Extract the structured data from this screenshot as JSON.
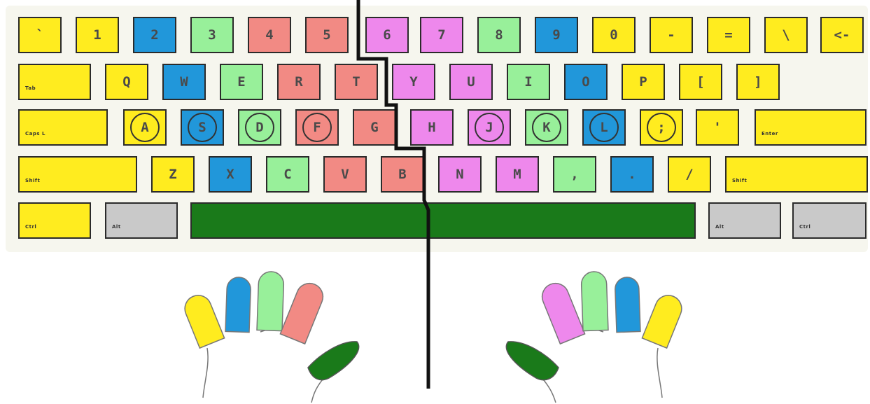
{
  "colors": {
    "yellow": "#ffec1f",
    "blue": "#2197da",
    "green": "#98f09a",
    "red": "#f28a84",
    "pink": "#ee88ec",
    "gray": "#c9c9c9",
    "thumb": "#1a7a1a",
    "line": "#111111"
  },
  "keyboard": {
    "rows": [
      [
        {
          "label": "`",
          "color": "yellow"
        },
        {
          "label": "1",
          "color": "yellow"
        },
        {
          "label": "2",
          "color": "blue"
        },
        {
          "label": "3",
          "color": "green"
        },
        {
          "label": "4",
          "color": "red"
        },
        {
          "label": "5",
          "color": "red"
        },
        {
          "label": "6",
          "color": "pink"
        },
        {
          "label": "7",
          "color": "pink"
        },
        {
          "label": "8",
          "color": "green"
        },
        {
          "label": "9",
          "color": "blue"
        },
        {
          "label": "0",
          "color": "yellow"
        },
        {
          "label": "-",
          "color": "yellow"
        },
        {
          "label": "=",
          "color": "yellow"
        },
        {
          "label": "\\",
          "color": "yellow"
        },
        {
          "label": "<-",
          "color": "yellow"
        }
      ],
      [
        {
          "label": "Tab",
          "color": "yellow",
          "wide": true
        },
        {
          "label": "Q",
          "color": "yellow"
        },
        {
          "label": "W",
          "color": "blue"
        },
        {
          "label": "E",
          "color": "green"
        },
        {
          "label": "R",
          "color": "red"
        },
        {
          "label": "T",
          "color": "red"
        },
        {
          "label": "Y",
          "color": "pink"
        },
        {
          "label": "U",
          "color": "pink"
        },
        {
          "label": "I",
          "color": "green"
        },
        {
          "label": "O",
          "color": "blue"
        },
        {
          "label": "P",
          "color": "yellow"
        },
        {
          "label": "[",
          "color": "yellow"
        },
        {
          "label": "]",
          "color": "yellow"
        }
      ],
      [
        {
          "label": "Caps L",
          "color": "yellow",
          "wide": true
        },
        {
          "label": "A",
          "color": "yellow",
          "home": true
        },
        {
          "label": "S",
          "color": "blue",
          "home": true
        },
        {
          "label": "D",
          "color": "green",
          "home": true
        },
        {
          "label": "F",
          "color": "red",
          "home": true
        },
        {
          "label": "G",
          "color": "red"
        },
        {
          "label": "H",
          "color": "pink"
        },
        {
          "label": "J",
          "color": "pink",
          "home": true
        },
        {
          "label": "K",
          "color": "green",
          "home": true
        },
        {
          "label": "L",
          "color": "blue",
          "home": true
        },
        {
          "label": ";",
          "color": "yellow",
          "home": true
        },
        {
          "label": "'",
          "color": "yellow"
        },
        {
          "label": "Enter",
          "color": "yellow",
          "wide": true
        }
      ],
      [
        {
          "label": "Shift",
          "color": "yellow",
          "wide": true
        },
        {
          "label": "Z",
          "color": "yellow"
        },
        {
          "label": "X",
          "color": "blue"
        },
        {
          "label": "C",
          "color": "green"
        },
        {
          "label": "V",
          "color": "red"
        },
        {
          "label": "B",
          "color": "red"
        },
        {
          "label": "N",
          "color": "pink"
        },
        {
          "label": "M",
          "color": "pink"
        },
        {
          "label": ",",
          "color": "green"
        },
        {
          "label": ".",
          "color": "blue"
        },
        {
          "label": "/",
          "color": "yellow"
        },
        {
          "label": "Shift",
          "color": "yellow",
          "wide": true
        }
      ],
      [
        {
          "label": "Ctrl",
          "color": "yellow",
          "wide": true
        },
        {
          "label": "Alt",
          "color": "gray",
          "wide": true
        },
        {
          "label": "",
          "color": "thumb",
          "space": true
        },
        {
          "label": "Alt",
          "color": "gray",
          "wide": true
        },
        {
          "label": "Ctrl",
          "color": "gray",
          "wide": true
        }
      ]
    ]
  },
  "hands": {
    "left": {
      "fingers": [
        "yellow",
        "blue",
        "green",
        "red"
      ],
      "thumb": "thumb"
    },
    "right": {
      "fingers": [
        "pink",
        "green",
        "blue",
        "yellow"
      ],
      "thumb": "thumb"
    }
  }
}
